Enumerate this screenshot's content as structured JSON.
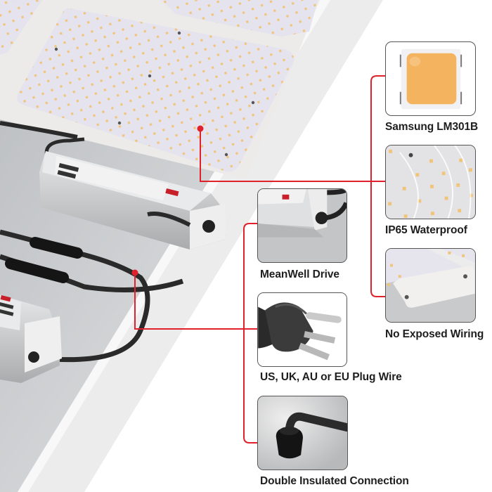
{
  "image": {
    "subject": "LED quantum board grow light with feature callouts",
    "accent_color": "#e0202a",
    "background": "#ffffff"
  },
  "features": [
    {
      "id": "led",
      "label": "Samsung LM301B",
      "icon": "led-chip-icon"
    },
    {
      "id": "waterproof",
      "label": "IP65 Waterproof",
      "icon": "waterproof-board-icon"
    },
    {
      "id": "wiring",
      "label": "No Exposed Wiring",
      "icon": "cover-plate-icon"
    },
    {
      "id": "driver",
      "label": "MeanWell Drive",
      "icon": "driver-box-icon"
    },
    {
      "id": "plug",
      "label": "US, UK, AU or EU Plug Wire",
      "icon": "power-plug-icon"
    },
    {
      "id": "connection",
      "label": "Double Insulated Connection",
      "icon": "cable-gland-icon"
    }
  ],
  "colors": {
    "callout_line": "#e0202a",
    "card_border": "#555555",
    "led_chip": "#f4b35e",
    "board": "#e4e3ee",
    "led_dot": "#f2c47a",
    "panel": "#c9cbcd",
    "driver": "#d6d7d8",
    "cable": "#2a2a2a"
  }
}
